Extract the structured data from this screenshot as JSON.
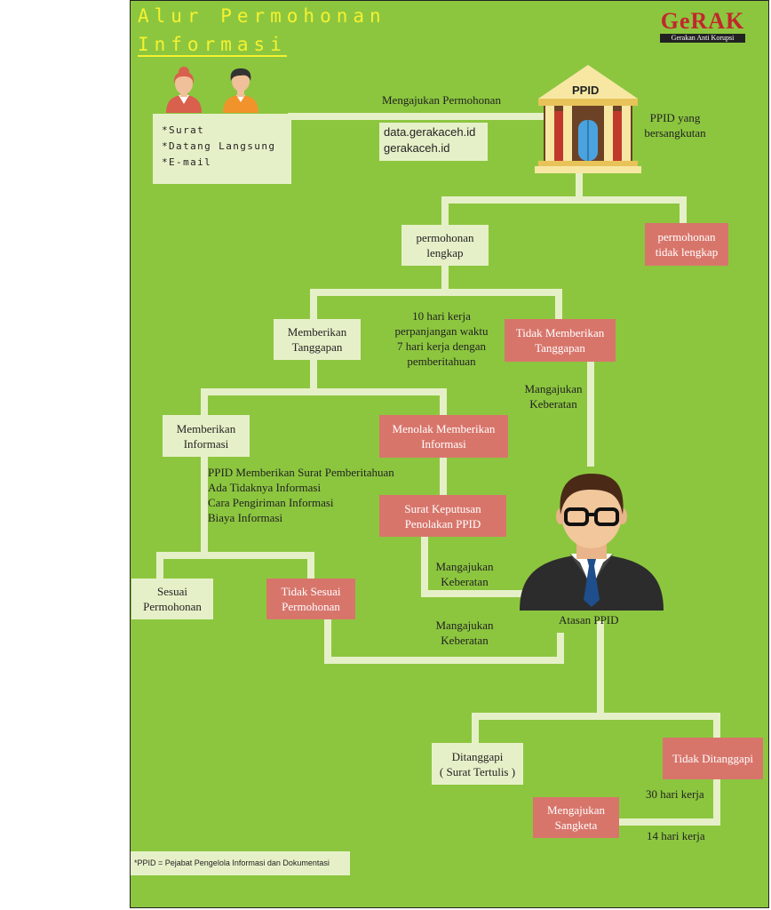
{
  "title": {
    "line1": "Alur Permohonan",
    "line2": "Informasi"
  },
  "logo": {
    "name": "GeRAK",
    "tagline": "Gerakan Anti Korupsi"
  },
  "submission": {
    "methods": [
      "*Surat",
      "*Datang Langsung",
      "*E-mail"
    ],
    "label": "Mengajukan Permohonan",
    "websites": [
      "data.gerakaceh.id",
      "gerakaceh.id"
    ]
  },
  "ppid": {
    "sign": "PPID",
    "caption": [
      "PPID yang",
      "bersangkutan"
    ]
  },
  "nodes": {
    "lengkap": [
      "permohonan",
      "lengkap"
    ],
    "tidak_lengkap": [
      "permohonan",
      "tidak lengkap"
    ],
    "memberikan_tanggapan": [
      "Memberikan",
      "Tanggapan"
    ],
    "tidak_memberikan_tanggapan": [
      "Tidak Memberikan",
      "Tanggapan"
    ],
    "memberikan_informasi": [
      "Memberikan",
      "Informasi"
    ],
    "menolak": [
      "Menolak Memberikan",
      "Informasi"
    ],
    "surat_keputusan": [
      "Surat Keputusan",
      "Penolakan PPID"
    ],
    "sesuai": [
      "Sesuai",
      "Permohonan"
    ],
    "tidak_sesuai": [
      "Tidak Sesuai",
      "Permohonan"
    ],
    "ditanggapi": [
      "Ditanggapi",
      "( Surat Tertulis )"
    ],
    "tidak_ditanggapi": [
      "Tidak Ditanggapi"
    ],
    "sengketa": [
      "Mengajukan",
      "Sangketa"
    ]
  },
  "notes": {
    "waktu": [
      "10 hari kerja",
      "perpanjangan waktu",
      "7 hari kerja dengan",
      "pemberitahuan"
    ],
    "keberatan_1": [
      "Mangajukan",
      "Keberatan"
    ],
    "keberatan_2": [
      "Mangajukan",
      "Keberatan"
    ],
    "keberatan_3": [
      "Mangajukan",
      "Keberatan"
    ],
    "surat_pemberitahuan": [
      "PPID Memberikan Surat Pemberitahuan",
      "Ada Tidaknya Informasi",
      "Cara Pengiriman Informasi",
      "Biaya Informasi"
    ],
    "hari_30": "30 hari kerja",
    "hari_14": "14 hari kerja"
  },
  "atasan": {
    "caption": "Atasan PPID"
  },
  "footnote": "*PPID = Pejabat Pengelola Informasi dan Dokumentasi",
  "colors": {
    "background": "#8cc63f",
    "connector": "#e6f0c8",
    "light_box": "#e6f0c8",
    "red_box": "#d8756b",
    "title": "#f5f130"
  },
  "icons": [
    "woman-icon",
    "man-icon",
    "ppid-building-icon",
    "atasan-ppid-icon",
    "gerak-logo"
  ]
}
